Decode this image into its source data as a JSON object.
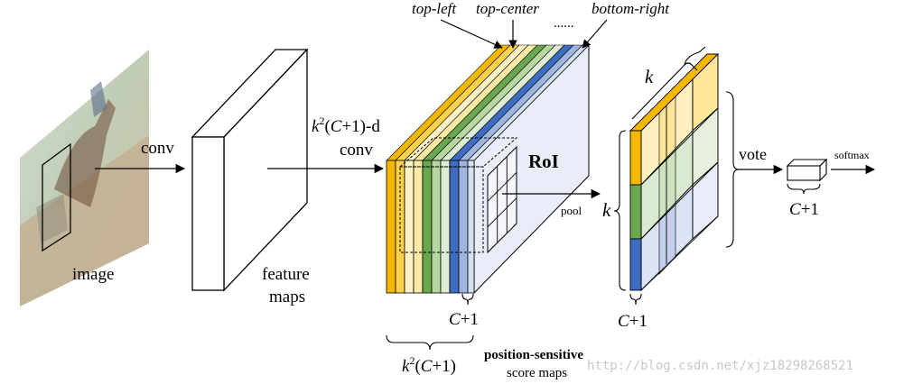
{
  "labels": {
    "image": "image",
    "conv": "conv",
    "feature_maps_line1": "feature",
    "feature_maps_line2": "maps",
    "k2_dims": "-d",
    "conv2": "conv",
    "roi": "RoI",
    "pool": "pool",
    "k_left": "k",
    "k_top": "k",
    "vote": "vote",
    "softmax": "softmax",
    "c_plus_1": "C+1",
    "top_left": "top-left",
    "top_center": "top-center",
    "dots": "......",
    "bottom_right": "bottom-right",
    "pos_sensitive_line1": "position-sensitive",
    "pos_sensitive_line2": "score maps",
    "watermark": "http://blog.csdn.net/xjz18298268521"
  },
  "formula": {
    "k": "k",
    "exp": "2",
    "paren_open": "(",
    "c": "C",
    "plus_one": "+1)"
  },
  "colors": {
    "yellow": "#f5b800",
    "yellow_light": "#ffe89a",
    "yellow_pale": "#fff3c6",
    "green": "#6aa84f",
    "green_light": "#b7d7a0",
    "green_pale": "#deecd2",
    "blue": "#3d6cc0",
    "blue_light": "#9fb5e0",
    "blue_pale": "#d6e0f3",
    "volume_face": "#eef1fa",
    "image_ground": "#b9a78f",
    "image_grass": "#8fae78",
    "image_sky": "#d8dde0"
  }
}
